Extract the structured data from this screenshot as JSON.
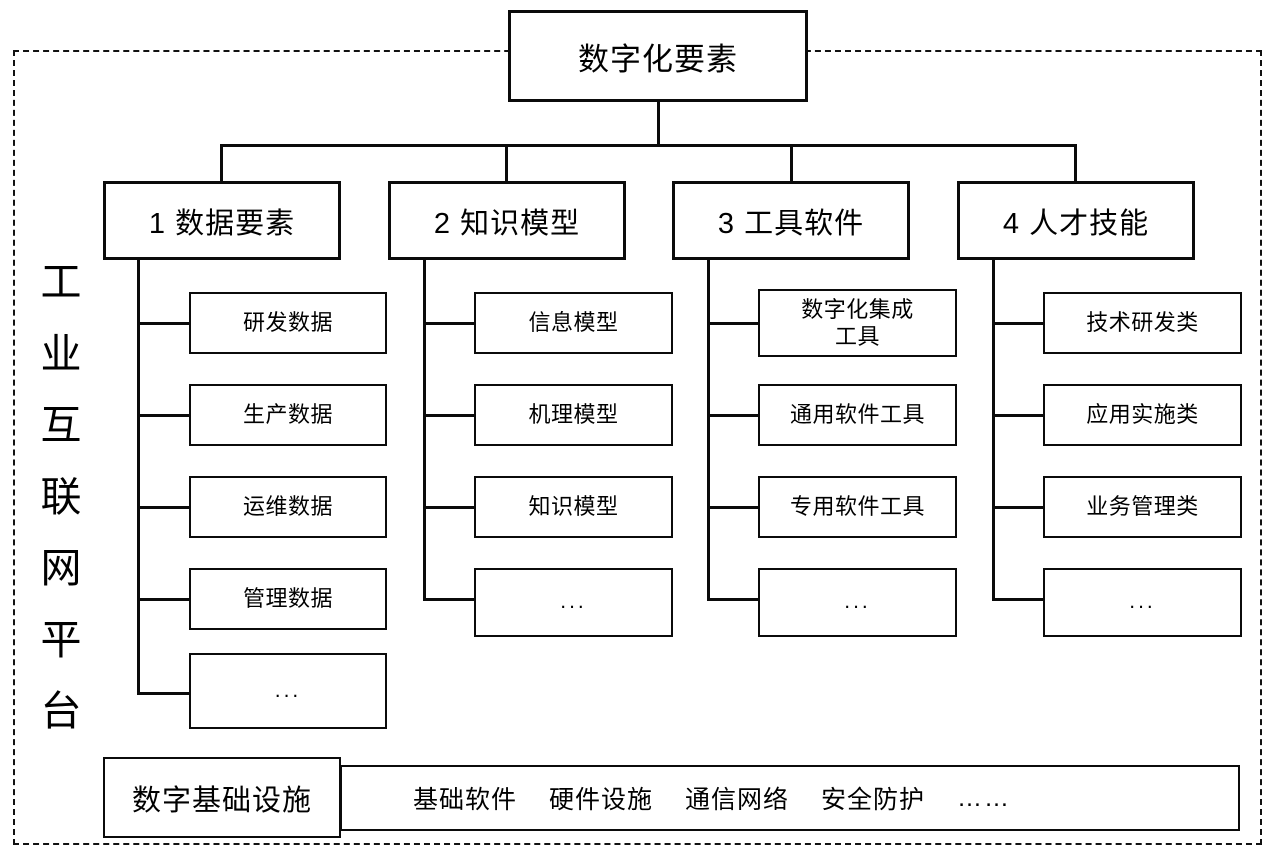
{
  "diagram": {
    "platform_label": "工业互联网平台",
    "root": {
      "label": "数字化要素"
    },
    "categories": [
      {
        "label": "1 数据要素",
        "children": [
          {
            "label": "研发数据"
          },
          {
            "label": "生产数据"
          },
          {
            "label": "运维数据"
          },
          {
            "label": "管理数据"
          },
          {
            "label": "..."
          }
        ]
      },
      {
        "label": "2 知识模型",
        "children": [
          {
            "label": "信息模型"
          },
          {
            "label": "机理模型"
          },
          {
            "label": "知识模型"
          },
          {
            "label": "..."
          }
        ]
      },
      {
        "label": "3 工具软件",
        "children": [
          {
            "label": "数字化集成\n工具"
          },
          {
            "label": "通用软件工具"
          },
          {
            "label": "专用软件工具"
          },
          {
            "label": "..."
          }
        ]
      },
      {
        "label": "4 人才技能",
        "children": [
          {
            "label": "技术研发类"
          },
          {
            "label": "应用实施类"
          },
          {
            "label": "业务管理类"
          },
          {
            "label": "..."
          }
        ]
      }
    ],
    "infrastructure": {
      "label": "数字基础设施",
      "items": [
        "基础软件",
        "硬件设施",
        "通信网络",
        "安全防护",
        "……"
      ]
    },
    "colors": {
      "line": "#0b0b0b",
      "background": "#ffffff",
      "text": "#000000"
    }
  }
}
